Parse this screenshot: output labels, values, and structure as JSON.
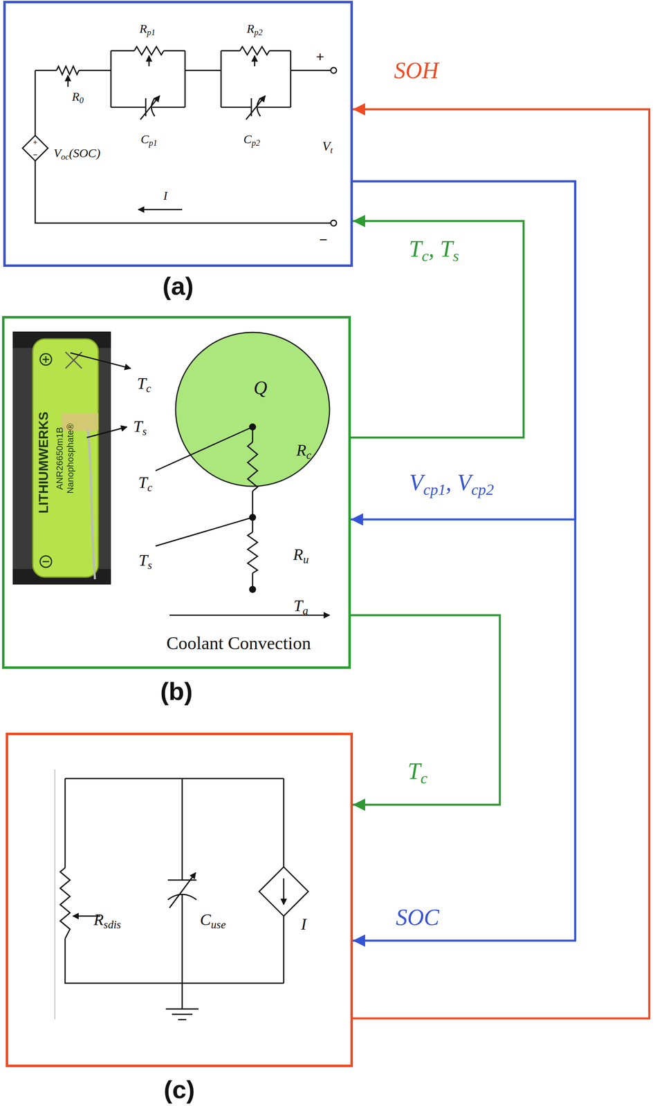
{
  "diagram": {
    "nodes": [
      {
        "text": [
          "(a)"
        ]
      },
      {
        "text": [
          "(b)"
        ]
      },
      {
        "text": [
          "Q"
        ],
        "in": 1
      },
      {
        "text": [
          "(c)"
        ]
      }
    ],
    "edges": [
      {
        "from": 3,
        "to": 0,
        "arrow": "to",
        "label": "SOH"
      },
      {
        "from": 0,
        "to": 1,
        "arrow": "to",
        "label": "Vcp1, Vcp2"
      },
      {
        "from": 0,
        "to": 3,
        "arrow": "to",
        "label": "SOC"
      },
      {
        "from": 1,
        "to": 0,
        "arrow": "to",
        "label": "Tc, Ts"
      },
      {
        "from": 1,
        "to": 3,
        "arrow": "to",
        "label": "Tc"
      }
    ],
    "labels": [
      "Rp1",
      "Rp2",
      "R0",
      "Cp1",
      "Cp2",
      "Voc(SOC)",
      "+",
      "−",
      "Vt",
      "+",
      "−",
      "I",
      "LITHIUMWERKS",
      "ANR26650m1B",
      "Nanophosphate®",
      "Tc",
      "Ts",
      "Tc",
      "Ts",
      "Rc",
      "Ru",
      "Ta",
      "Coolant Convection",
      "Rsdis",
      "Cuse",
      "I"
    ]
  }
}
